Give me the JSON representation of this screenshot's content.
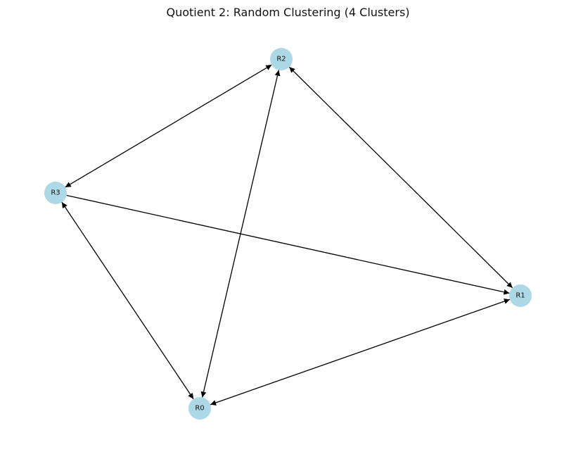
{
  "title": "Quotient 2: Random Clustering (4 Clusters)",
  "node_color": "#add8e6",
  "edge_color": "#000000",
  "nodes": [
    {
      "id": "R0",
      "label": "R0"
    },
    {
      "id": "R1",
      "label": "R1"
    },
    {
      "id": "R2",
      "label": "R2"
    },
    {
      "id": "R3",
      "label": "R3"
    }
  ],
  "edges": [
    {
      "source": "R2",
      "target": "R3",
      "bidirectional": true
    },
    {
      "source": "R2",
      "target": "R0",
      "bidirectional": true
    },
    {
      "source": "R2",
      "target": "R1",
      "bidirectional": true
    },
    {
      "source": "R3",
      "target": "R0",
      "bidirectional": true
    },
    {
      "source": "R3",
      "target": "R1",
      "bidirectional": false
    },
    {
      "source": "R0",
      "target": "R1",
      "bidirectional": true
    }
  ]
}
